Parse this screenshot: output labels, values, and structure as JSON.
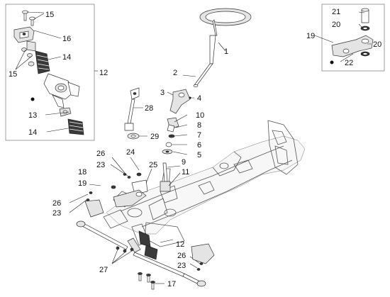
{
  "diagram": {
    "callouts": {
      "c1": "1",
      "c2": "2",
      "c3": "3",
      "c4": "4",
      "c5": "5",
      "c6": "6",
      "c7": "7",
      "c8": "8",
      "c9": "9",
      "c10": "10",
      "c11": "11",
      "c12_box": "12",
      "c12_main": "12",
      "c13": "13",
      "c14_top": "14",
      "c14_bot": "14",
      "c15_a": "15",
      "c15_b": "15",
      "c16": "16",
      "c17": "17",
      "c18": "18",
      "c19_box": "19",
      "c19_main": "19",
      "c20_a": "20",
      "c20_b": "20",
      "c21": "21",
      "c22": "22",
      "c23_a": "23",
      "c23_b": "23",
      "c23_c": "23",
      "c24": "24",
      "c25": "25",
      "c26_a": "26",
      "c26_b": "26",
      "c26_c": "26",
      "c27": "27",
      "c28": "28",
      "c29": "29"
    }
  }
}
